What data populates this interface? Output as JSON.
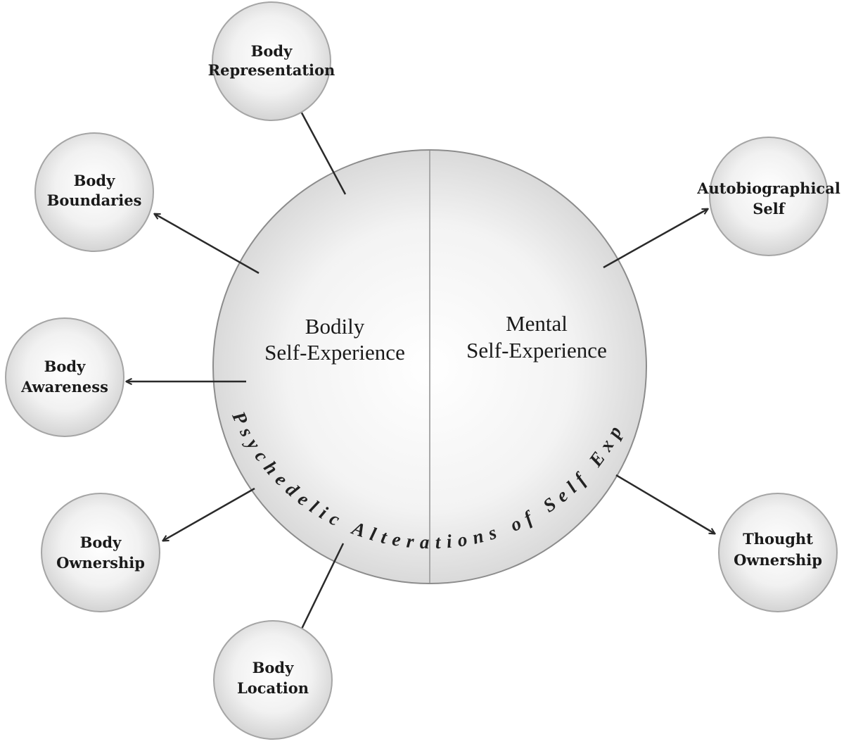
{
  "center": {
    "left_title_line1": "Bodily",
    "left_title_line2": "Self-Experience",
    "right_title_line1": "Mental",
    "right_title_line2": "Self-Experience",
    "curved_text": "Psychedelic Alterations of Self Experience"
  },
  "nodes": {
    "body_representation": {
      "line1": "Body",
      "line2": "Representation"
    },
    "body_boundaries": {
      "line1": "Body",
      "line2": "Boundaries"
    },
    "body_awareness": {
      "line1": "Body",
      "line2": "Awareness"
    },
    "body_ownership": {
      "line1": "Body",
      "line2": "Ownership"
    },
    "body_location": {
      "line1": "Body",
      "line2": "Location"
    },
    "autobiographical_self": {
      "line1": "Autobiographical",
      "line2": "Self"
    },
    "thought_ownership": {
      "line1": "Thought",
      "line2": "Ownership"
    }
  },
  "colors": {
    "circle_light": "#ffffff",
    "circle_dark": "#d0d0d0",
    "outline": "#8c8c8c",
    "arrow": "#2a2a2a"
  }
}
